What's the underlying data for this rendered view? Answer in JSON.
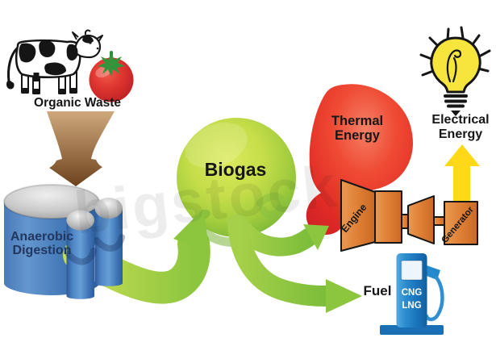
{
  "diagram": {
    "watermark": "bigstock",
    "nodes": {
      "organic_waste": {
        "label": "Organic Waste",
        "icons": [
          "cow-icon",
          "tomato-icon"
        ]
      },
      "anaerobic_digestion": {
        "label": "Anaerobic Digestion",
        "lines": [
          "Anaerobic",
          "Digestion"
        ],
        "icon": "digester-tanks-icon"
      },
      "biogas": {
        "label": "Biogas",
        "icon": "biogas-sphere"
      },
      "thermal_energy": {
        "label": "Thermal Energy",
        "lines": [
          "Thermal",
          "Energy"
        ],
        "icon": "heat-blob-icon"
      },
      "engine": {
        "label": "Engine"
      },
      "generator": {
        "label": "Generator"
      },
      "electrical_energy": {
        "label": "Electrical Energy",
        "lines": [
          "Electrical",
          "Energy"
        ],
        "icon": "light-bulb-icon"
      },
      "fuel": {
        "label": "Fuel",
        "types": [
          "CNG",
          "LNG"
        ],
        "icon": "fuel-pump-icon"
      }
    },
    "flows": [
      {
        "from": "organic_waste",
        "to": "anaerobic_digestion"
      },
      {
        "from": "anaerobic_digestion",
        "to": "biogas"
      },
      {
        "from": "biogas",
        "to": "thermal_energy"
      },
      {
        "from": "biogas",
        "to": "engine"
      },
      {
        "from": "engine",
        "to": "generator"
      },
      {
        "from": "generator",
        "to": "electrical_energy"
      },
      {
        "from": "biogas",
        "to": "fuel"
      }
    ],
    "colors": {
      "background": "#ffffff",
      "flow_green": "#8cc63e",
      "biogas_light": "#d6e455",
      "biogas_dark": "#74b338",
      "thermal_red": "#e8392b",
      "machine_orange": "#dd7e33",
      "electric_yellow": "#ffd918",
      "pump_blue": "#1b75bc",
      "tank_blue": "#4577b3",
      "dome_silver": "#c9c9c9",
      "waste_brown": "#9c6b35",
      "tomato_red": "#d5252b",
      "digestion_text": "#21375f",
      "text": "#161616"
    }
  }
}
